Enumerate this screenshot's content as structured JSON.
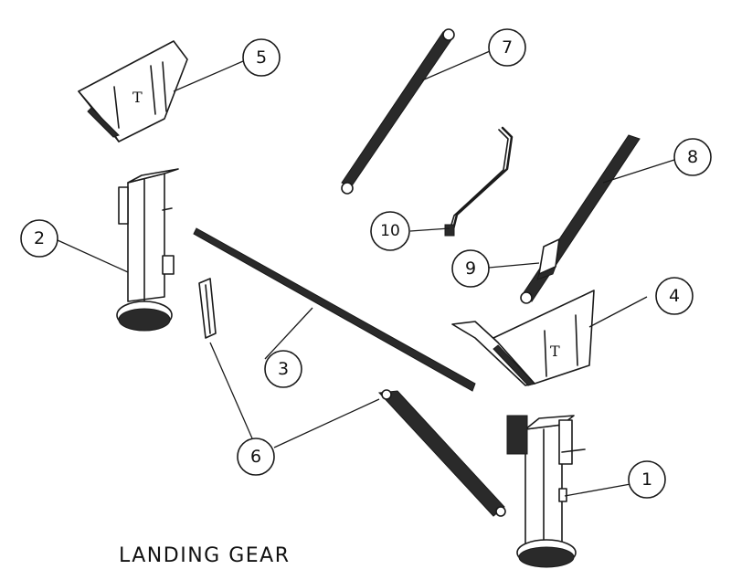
{
  "caption": "LANDING GEAR",
  "callouts": [
    "1",
    "2",
    "3",
    "4",
    "5",
    "6",
    "7",
    "8",
    "9",
    "10"
  ],
  "part_marks": {
    "bracket_4": "T",
    "bracket_5": "T"
  }
}
